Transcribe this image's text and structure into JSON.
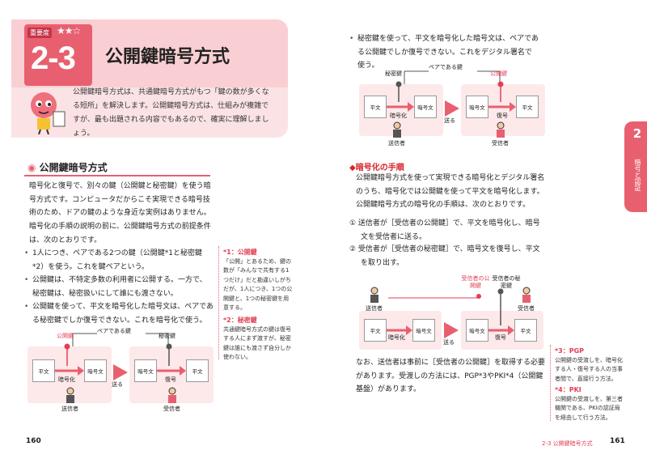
{
  "left": {
    "importance_label": "重要度",
    "section_number": "2-3",
    "title": "公開鍵暗号方式",
    "intro": "公開鍵暗号方式は、共通鍵暗号方式がもつ「鍵の数が多くなる短所」を解決します。公開鍵暗号方式は、仕組みが複雑ですが、最も出題される内容でもあるので、確実に理解しましょう。",
    "heading1": "公開鍵暗号方式",
    "para1": "暗号化と復号で、別々の鍵（公開鍵と秘密鍵）を使う暗号方式です。コンピュータだからこそ実現できる暗号技術のため、ドアの鍵のような身近な実例はありません。",
    "para2": "暗号化の手順の説明の前に、公開鍵暗号方式の前提条件は、次のとおりです。",
    "bullet1": "1人につき、ペアである2つの鍵（公開鍵*1と秘密鍵*2）を使う。これを鍵ペアという。",
    "bullet2": "公開鍵は、不特定多数の利用者に公開する。一方で、秘密鍵は、秘密扱いにして誰にも渡さない。",
    "bullet3": "公開鍵を使って、平文を暗号化した暗号文は、ペアである秘密鍵でしか復号できない。これを暗号化で使う。",
    "side1_title": "*1：公開鍵",
    "side1": "「公開」とあるため、鍵の数が「みんなで共有する1つだけ」だと勘違いしがちだが、1人につき、1つの公開鍵と、1つの秘密鍵を用意する。",
    "side2_title": "*2：秘密鍵",
    "side2": "共通鍵暗号方式の鍵は復号する人にまず渡すが、秘密鍵は誰にも渡さず自分しか使わない。",
    "diagram": {
      "pair_label": "ペアである鍵",
      "key_left": "公開鍵",
      "key_right": "秘密鍵",
      "doc1": "平文",
      "doc2": "暗号文",
      "doc3": "暗号文",
      "doc4": "平文",
      "encrypt": "暗号化",
      "decrypt": "復号",
      "send": "送る",
      "sender": "送信者",
      "receiver": "受信者"
    },
    "page_number": "160"
  },
  "right": {
    "bullet4": "秘密鍵を使って、平文を暗号化した暗号文は、ペアである公開鍵でしか復号できない。これをデジタル署名で使う。",
    "diagram_top": {
      "pair_label": "ペアである鍵",
      "key_left": "秘密鍵",
      "key_right": "公開鍵",
      "doc1": "平文",
      "doc2": "暗号文",
      "doc3": "暗号文",
      "doc4": "平文",
      "encrypt": "暗号化",
      "decrypt": "復号",
      "send": "送る",
      "sender": "送信者",
      "receiver": "受信者"
    },
    "heading2": "◆暗号化の手順",
    "para3": "公開鍵暗号方式を使って実現できる暗号化とデジタル署名のうち、暗号化では公開鍵を使って平文を暗号化します。公開鍵暗号方式の暗号化の手順は、次のとおりです。",
    "step1": "① 送信者が［受信者の公開鍵］で、平文を暗号化し、暗号文を受信者に送る。",
    "step2": "② 受信者が［受信者の秘密鍵］で、暗号文を復号し、平文を取り出す。",
    "diagram_bottom": {
      "key_left": "受信者の公開鍵",
      "key_right": "受信者の秘密鍵",
      "doc1": "平文",
      "doc2": "暗号文",
      "doc3": "暗号文",
      "doc4": "平文",
      "encrypt": "暗号化",
      "decrypt": "復号",
      "send": "送る",
      "sender": "送信者",
      "receiver": "受信者"
    },
    "para4": "なお、送信者は事前に［受信者の公開鍵］を取得する必要があります。受渡しの方法には、PGP*3やPKI*4（公開鍵基盤）があります。",
    "side3_title": "*3：PGP",
    "side3": "公開鍵の受渡しを、暗号化する人・復号する人の当事者間で、直接行う方法。",
    "side4_title": "*4：PKI",
    "side4": "公開鍵の受渡しを、第三者機関である、PKIの認証局を経由して行う方法。",
    "tab_number": "2",
    "tab_label": "暗号と認証",
    "footer": "2-3 公開鍵暗号方式",
    "page_number": "161"
  },
  "colors": {
    "accent": "#e8606f",
    "light": "#fbe3e5",
    "text": "#222222"
  }
}
